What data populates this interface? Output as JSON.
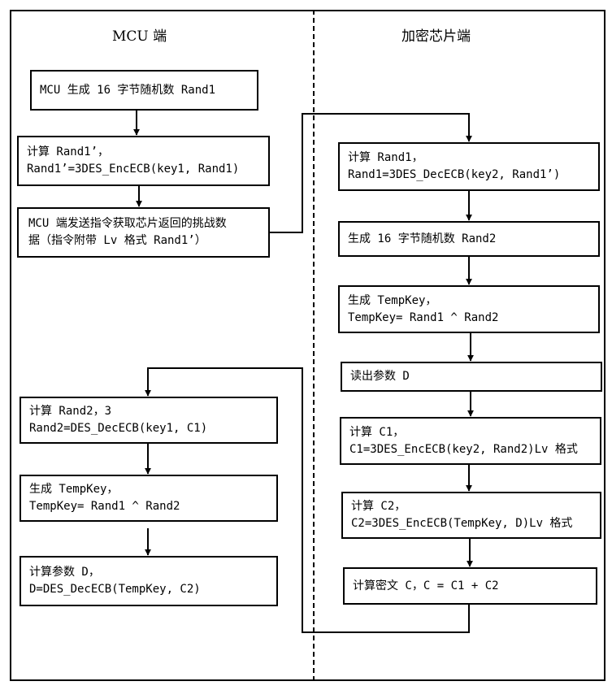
{
  "columns": {
    "mcu": "MCU 端",
    "chip": "加密芯片端"
  },
  "mcu_steps": [
    {
      "lines": [
        "MCU 生成 16 字节随机数 Rand1"
      ]
    },
    {
      "lines": [
        "计算 Rand1’，",
        "Rand1’=3DES_EncECB(key1, Rand1)"
      ]
    },
    {
      "lines": [
        "MCU 端发送指令获取芯片返回的挑战数",
        "据（指令附带 Lv 格式 Rand1’）"
      ]
    },
    {
      "lines": [
        "计算 Rand2，3",
        "Rand2=DES_DecECB(key1, C1)"
      ]
    },
    {
      "lines": [
        "生成 TempKey，",
        "TempKey= Rand1 ^ Rand2"
      ]
    },
    {
      "lines": [
        "计算参数 D，",
        "D=DES_DecECB(TempKey, C2)"
      ]
    }
  ],
  "chip_steps": [
    {
      "lines": [
        "计算 Rand1，",
        "Rand1=3DES_DecECB(key2, Rand1’)"
      ]
    },
    {
      "lines": [
        "生成 16 字节随机数 Rand2"
      ]
    },
    {
      "lines": [
        "生成 TempKey，",
        "TempKey= Rand1 ^ Rand2"
      ]
    },
    {
      "lines": [
        "读出参数 D"
      ]
    },
    {
      "lines": [
        "计算 C1，",
        "C1=3DES_EncECB(key2, Rand2)Lv 格式"
      ]
    },
    {
      "lines": [
        "计算 C2，",
        "C2=3DES_EncECB(TempKey, D)Lv 格式"
      ]
    },
    {
      "lines": [
        "计算密文 C，C = C1 + C2"
      ]
    }
  ]
}
